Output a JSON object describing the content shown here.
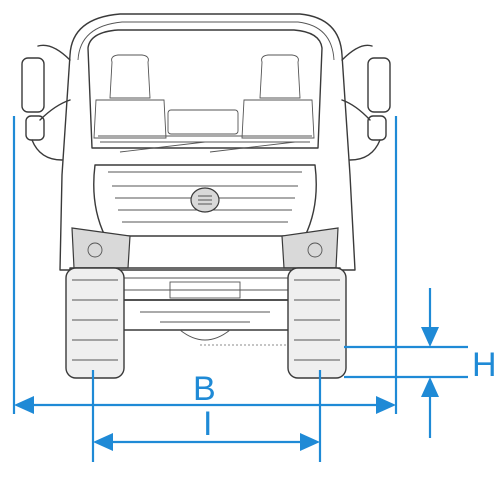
{
  "labels": {
    "overall_width": "B",
    "track_width": "I",
    "ground_clearance": "H"
  },
  "colors": {
    "dimension": "#1f8ad6",
    "drawing": "#3a3a3a"
  }
}
